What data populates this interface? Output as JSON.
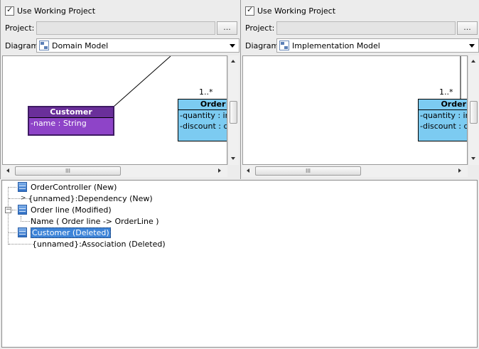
{
  "left": {
    "use_working_project": "Use Working Project",
    "project_label": "Project:",
    "browse_label": "...",
    "diagram_label": "Diagram:",
    "diagram_value": "Domain Model",
    "multiplicity": "1..*",
    "class_customer": {
      "name": "Customer",
      "attrs": [
        "-name : String"
      ]
    },
    "class_order": {
      "name": "Order l",
      "attrs": [
        "-quantity : int",
        "-discount : dou"
      ]
    }
  },
  "right": {
    "use_working_project": "Use Working Project",
    "project_label": "Project:",
    "browse_label": "...",
    "diagram_label": "Diagram:",
    "diagram_value": "Implementation Model",
    "multiplicity": "1..*",
    "class_order": {
      "name": "OrderL",
      "attrs": [
        "-quantity : int",
        "-discount : dou"
      ]
    }
  },
  "scroll_grip": "III",
  "tree": [
    {
      "label": "OrderController (New)"
    },
    {
      "label": "{unnamed}:Dependency (New)"
    },
    {
      "label": "Order line (Modified)"
    },
    {
      "label": "Name ( Order line -> OrderLine )"
    },
    {
      "label": "Customer (Deleted)",
      "selected": true
    },
    {
      "label": "{unnamed}:Association (Deleted)"
    }
  ],
  "colors": {
    "customer_fill": "#8e44c8",
    "customer_header": "#6a2f9a",
    "order_fill": "#7ccbf1",
    "selection": "#3d84d8"
  }
}
